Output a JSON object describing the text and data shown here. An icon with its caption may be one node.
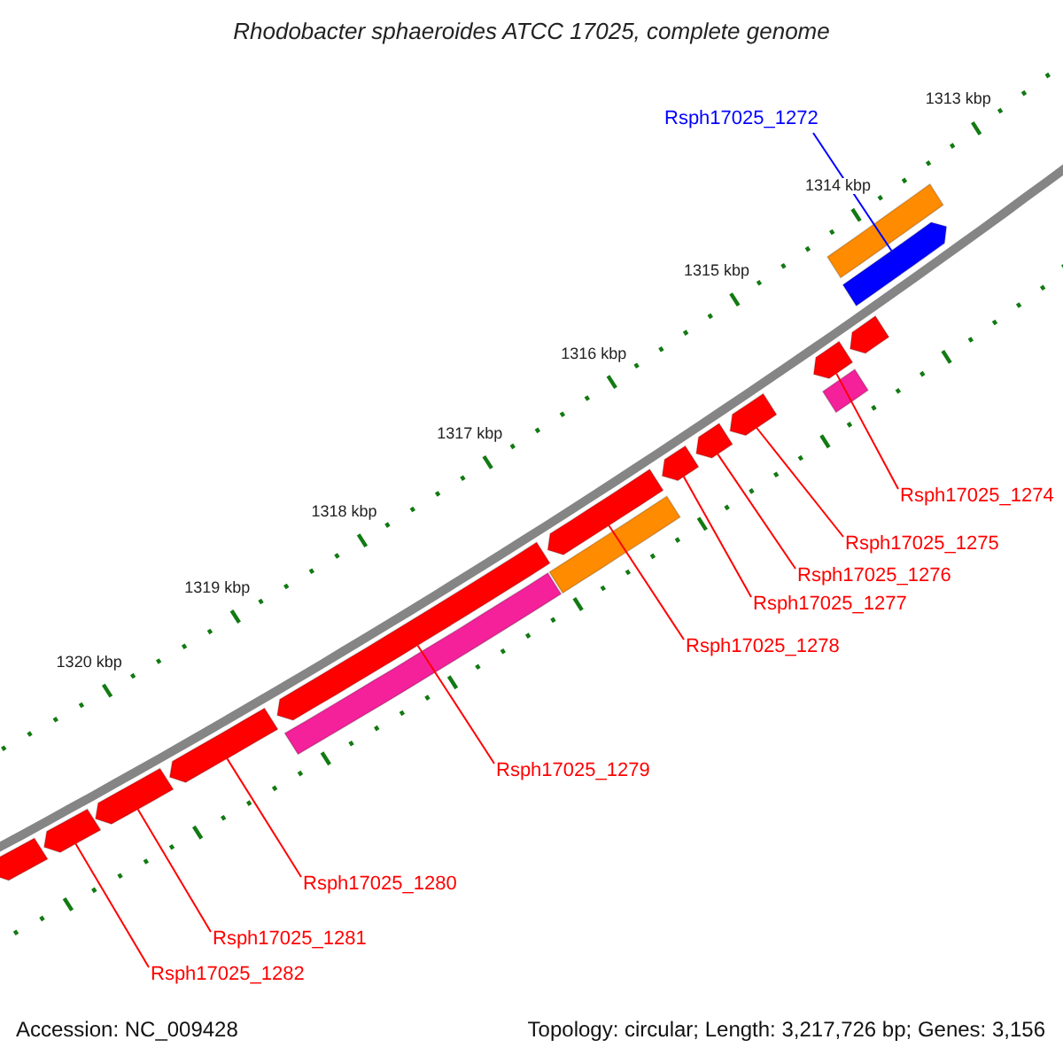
{
  "diagram": {
    "title": "Rhodobacter sphaeroides ATCC 17025, complete genome",
    "nodes": [
      {
        "text": [
          "Rsph17025_1272"
        ]
      },
      {
        "text": [
          "Rsph17025_1274"
        ]
      },
      {
        "text": [
          "Rsph17025_1275"
        ]
      },
      {
        "text": [
          "Rsph17025_1276"
        ]
      },
      {
        "text": [
          "Rsph17025_1277"
        ]
      },
      {
        "text": [
          "Rsph17025_1278"
        ]
      },
      {
        "text": [
          "Rsph17025_1279"
        ]
      },
      {
        "text": [
          "Rsph17025_1280"
        ]
      },
      {
        "text": [
          "Rsph17025_1281"
        ]
      },
      {
        "text": [
          "Rsph17025_1282"
        ]
      },
      {
        "text": [],
        "shape": "bar"
      },
      {
        "text": [],
        "shape": "bar"
      },
      {
        "text": [],
        "shape": "bar"
      },
      {
        "text": [],
        "shape": "bar"
      },
      {
        "text": [],
        "shape": "bar"
      },
      {
        "text": [],
        "shape": "bar"
      },
      {
        "text": [],
        "shape": "bar"
      },
      {
        "text": [],
        "shape": "bar"
      },
      {
        "text": [],
        "shape": "bar"
      },
      {
        "text": [],
        "shape": "bar"
      },
      {
        "text": [],
        "shape": "bar"
      },
      {
        "text": [],
        "shape": "bar"
      },
      {
        "text": [],
        "shape": "bar"
      },
      {
        "text": [],
        "shape": "bar"
      },
      {
        "text": [],
        "shape": "bar"
      },
      {
        "text": [],
        "shape": "bar"
      }
    ],
    "edges": [
      {
        "from": 0,
        "to": 11,
        "arrow": "none",
        "color": "#0000ff"
      },
      {
        "from": 1,
        "to": 13,
        "arrow": "none"
      },
      {
        "from": 2,
        "to": 15,
        "arrow": "none"
      },
      {
        "from": 3,
        "to": 16,
        "arrow": "none"
      },
      {
        "from": 4,
        "to": 17,
        "arrow": "none"
      },
      {
        "from": 5,
        "to": 18,
        "arrow": "none"
      },
      {
        "from": 6,
        "to": 20,
        "arrow": "none"
      },
      {
        "from": 7,
        "to": 22,
        "arrow": "none"
      },
      {
        "from": 8,
        "to": 23,
        "arrow": "none"
      },
      {
        "from": 9,
        "to": 24,
        "arrow": "none"
      }
    ],
    "labels": [
      "1313 kbp",
      "1314 kbp",
      "1315 kbp",
      "1316 kbp",
      "1317 kbp",
      "1318 kbp",
      "1319 kbp",
      "1320 kbp",
      "Accession: NC_009428",
      "Topology: circular; Length: 3,217,726 bp; Genes: 3,156"
    ]
  }
}
